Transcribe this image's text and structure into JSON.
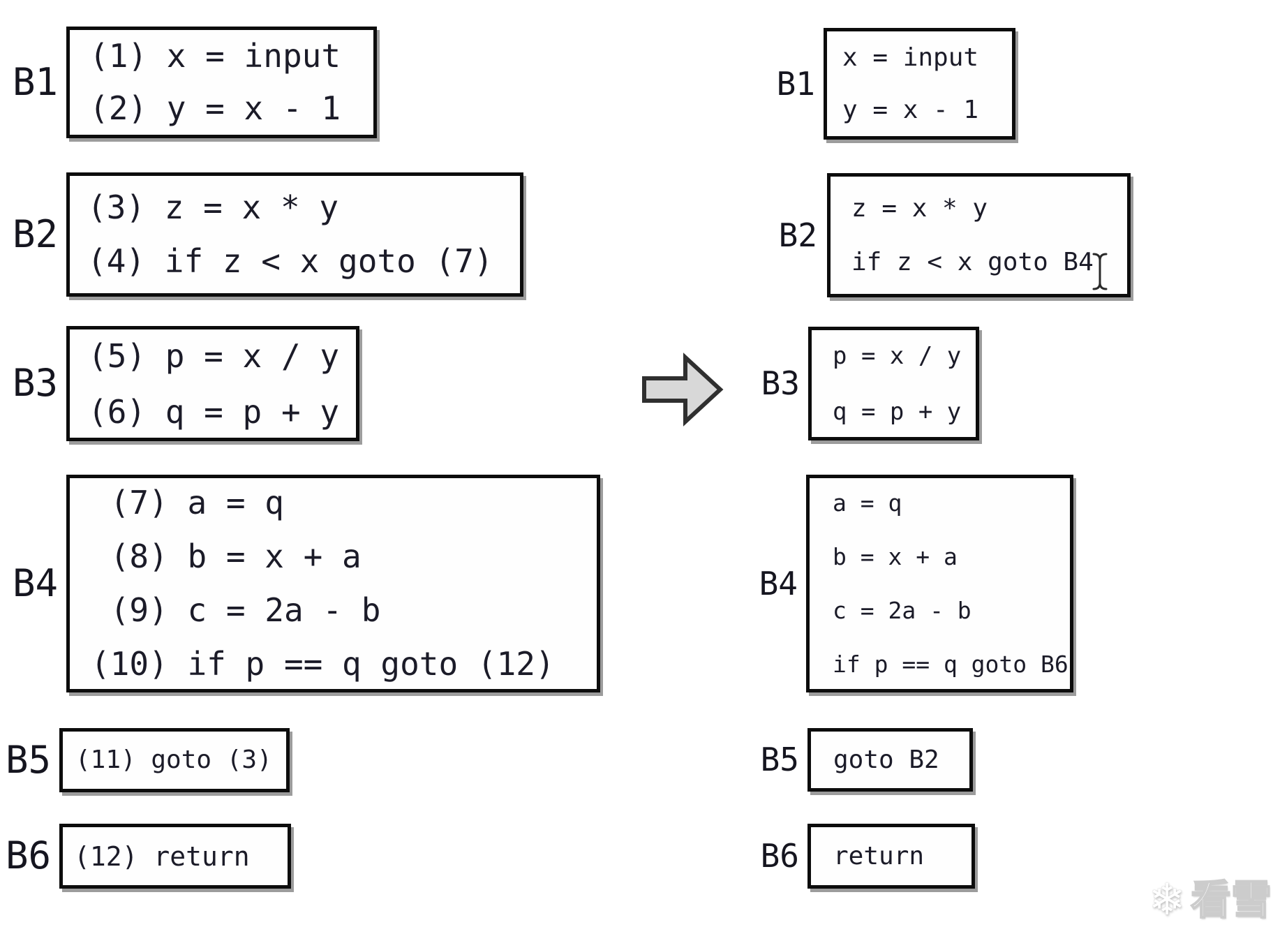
{
  "left": {
    "blocks": [
      {
        "label": "B1",
        "lines": [
          "(1) x = input",
          "(2) y = x - 1"
        ]
      },
      {
        "label": "B2",
        "lines": [
          "(3) z = x * y",
          "(4) if z < x goto (7)"
        ]
      },
      {
        "label": "B3",
        "lines": [
          "(5) p = x / y",
          "(6) q = p + y"
        ]
      },
      {
        "label": "B4",
        "lines": [
          " (7) a = q",
          " (8) b = x + a",
          " (9) c = 2a - b",
          "(10) if p == q goto (12)"
        ]
      },
      {
        "label": "B5",
        "lines": [
          "(11) goto (3)"
        ]
      },
      {
        "label": "B6",
        "lines": [
          "(12) return"
        ]
      }
    ]
  },
  "right": {
    "blocks": [
      {
        "label": "B1",
        "lines": [
          "x = input",
          "y = x - 1"
        ]
      },
      {
        "label": "B2",
        "lines": [
          "z = x * y",
          "if z < x goto B4"
        ]
      },
      {
        "label": "B3",
        "lines": [
          "p = x / y",
          "q = p + y"
        ]
      },
      {
        "label": "B4",
        "lines": [
          "a = q",
          "b = x + a",
          "c = 2a - b",
          "if p == q goto B6"
        ]
      },
      {
        "label": "B5",
        "lines": [
          "goto B2"
        ]
      },
      {
        "label": "B6",
        "lines": [
          "return"
        ]
      }
    ]
  },
  "icons": {
    "arrow": "right-block-arrow",
    "cursor": "text-ibeam-cursor",
    "watermark_icon": "snowflake"
  },
  "watermark": {
    "text": "看雪",
    "flake": "❄"
  },
  "colors": {
    "background": "#ffffff",
    "box_border": "#0c0c0c",
    "code_text": "#1b1b28",
    "arrow_fill": "#d8d8d8",
    "arrow_stroke": "#2f2f2f",
    "watermark_outline": "#cccccc"
  }
}
